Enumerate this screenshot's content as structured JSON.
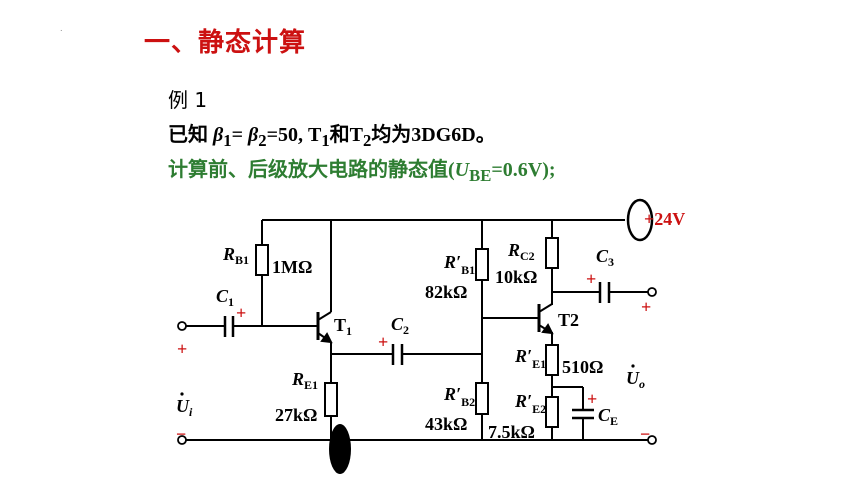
{
  "header": {
    "dot": ".",
    "title": "一、静态计算",
    "example": "例 1",
    "given_pre": "已知",
    "given_beta1": "β",
    "given_sub1": "1",
    "given_eq1": "= ",
    "given_beta2": "β",
    "given_sub2": "2",
    "given_rest1": "=50, T",
    "given_t1sub": "1",
    "given_rest2": "和T",
    "given_t2sub": "2",
    "given_rest3": "均为3DG6D。",
    "task_pre": "计算前、后级放大电路的静态值(",
    "task_u": "U",
    "task_sub": "BE",
    "task_post": "=0.6V);"
  },
  "circuit": {
    "supply": "+24V",
    "rb1": {
      "name": "R",
      "sub": "B1",
      "value": "1MΩ"
    },
    "re1": {
      "name": "R",
      "sub": "E1",
      "value": "27kΩ"
    },
    "rb1p": {
      "name": "R′",
      "sub": "B1",
      "value": "82kΩ"
    },
    "rb2p": {
      "name": "R′",
      "sub": "B2",
      "value": "43kΩ"
    },
    "rc2": {
      "name": "R",
      "sub": "C2",
      "value": "10kΩ"
    },
    "re1p": {
      "name": "R′",
      "sub": "E1",
      "value": "510Ω"
    },
    "re2p": {
      "name": "R′",
      "sub": "E2",
      "value": "7.5kΩ"
    },
    "c1": {
      "name": "C",
      "sub": "1"
    },
    "c2": {
      "name": "C",
      "sub": "2"
    },
    "c3": {
      "name": "C",
      "sub": "3"
    },
    "ce": {
      "name": "C",
      "sub": "E"
    },
    "t1": {
      "name": "T",
      "sub": "1"
    },
    "t2": {
      "name": "T2"
    },
    "ui": {
      "name": "U",
      "sub": "i"
    },
    "uo": {
      "name": "U",
      "sub": "o"
    },
    "plus": "+",
    "minus": "−"
  }
}
